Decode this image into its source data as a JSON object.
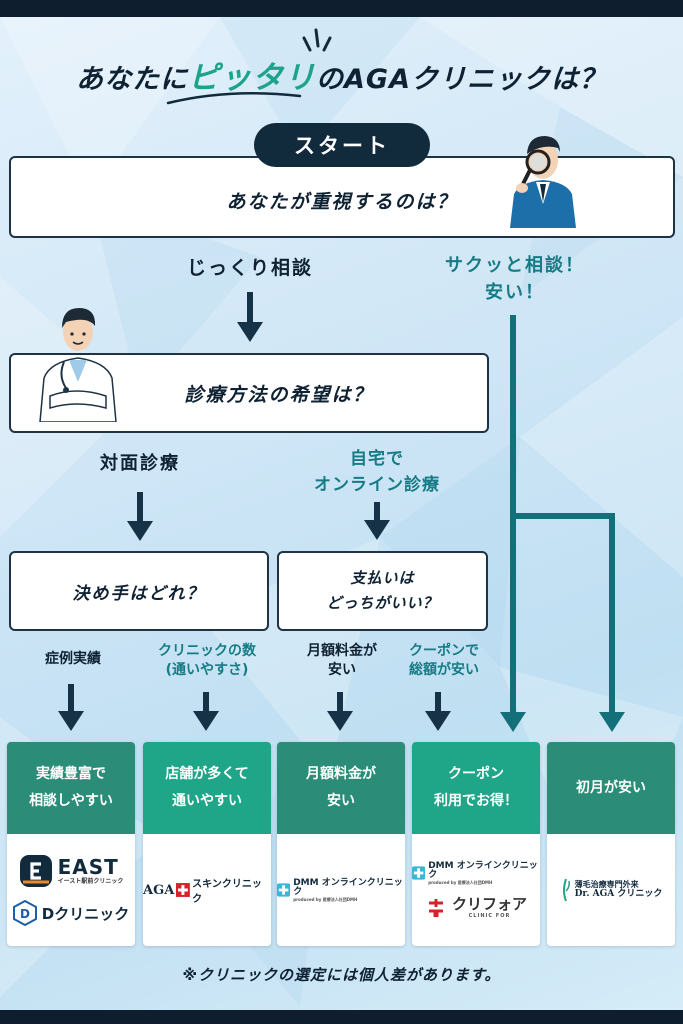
{
  "title": {
    "prefix": "あなたに",
    "accent": "ピッタリ",
    "suffix": "のAGAクリニックは？"
  },
  "start_label": "スタート",
  "questions": {
    "q1": "あなたが重視するのは？",
    "q2": "診療方法の希望は？",
    "q3": "決め手はどれ？",
    "q4_line1": "支払いは",
    "q4_line2": "どっちがいい？"
  },
  "options": {
    "careful_consult": "じっくり相談",
    "quick_line1": "サクッと相談！",
    "quick_line2": "安い！",
    "in_person": "対面診療",
    "online_line1": "自宅で",
    "online_line2": "オンライン診療",
    "case_record": "症例実績",
    "clinic_count_line1": "クリニックの数",
    "clinic_count_line2": "(通いやすさ)",
    "monthly_line1": "月額料金が",
    "monthly_line2": "安い",
    "coupon_line1": "クーポンで",
    "coupon_line2": "総額が安い"
  },
  "cards": [
    {
      "head_line1": "実績豊富で",
      "head_line2": "相談しやすい",
      "color": "#2b8c77",
      "logos": [
        {
          "name": "EAST",
          "sub": "イースト駅前クリニック"
        },
        {
          "name": "Dクリニック"
        }
      ]
    },
    {
      "head_line1": "店舗が多くて",
      "head_line2": "通いやすい",
      "color": "#1fa587",
      "logos": [
        {
          "left": "AGA",
          "right": "スキンクリニック"
        }
      ]
    },
    {
      "head_line1": "月額料金が",
      "head_line2": "安い",
      "color": "#2b8c77",
      "logos": [
        {
          "name": "DMM オンラインクリニック",
          "sub": "produced by 医療法人社団DMH"
        }
      ]
    },
    {
      "head_line1": "クーポン",
      "head_line2": "利用でお得！",
      "color": "#1fa587",
      "logos": [
        {
          "name": "DMM オンラインクリニック",
          "sub": "produced by 医療法人社団DMH"
        },
        {
          "name": "クリフォア",
          "sub": "CLINIC FOR"
        }
      ]
    },
    {
      "head_line1": "初月が安い",
      "head_line2": "",
      "color": "#2b8c77",
      "logos": [
        {
          "top": "薄毛治療専門外来",
          "name": "Dr. AGA クリニック"
        }
      ]
    }
  ],
  "note": "※クリニックの選定には個人差があります。",
  "colors": {
    "dark": "#112a3c",
    "teal_text": "#167b84",
    "arrow_dark": "#153247",
    "arrow_teal": "#147078"
  }
}
